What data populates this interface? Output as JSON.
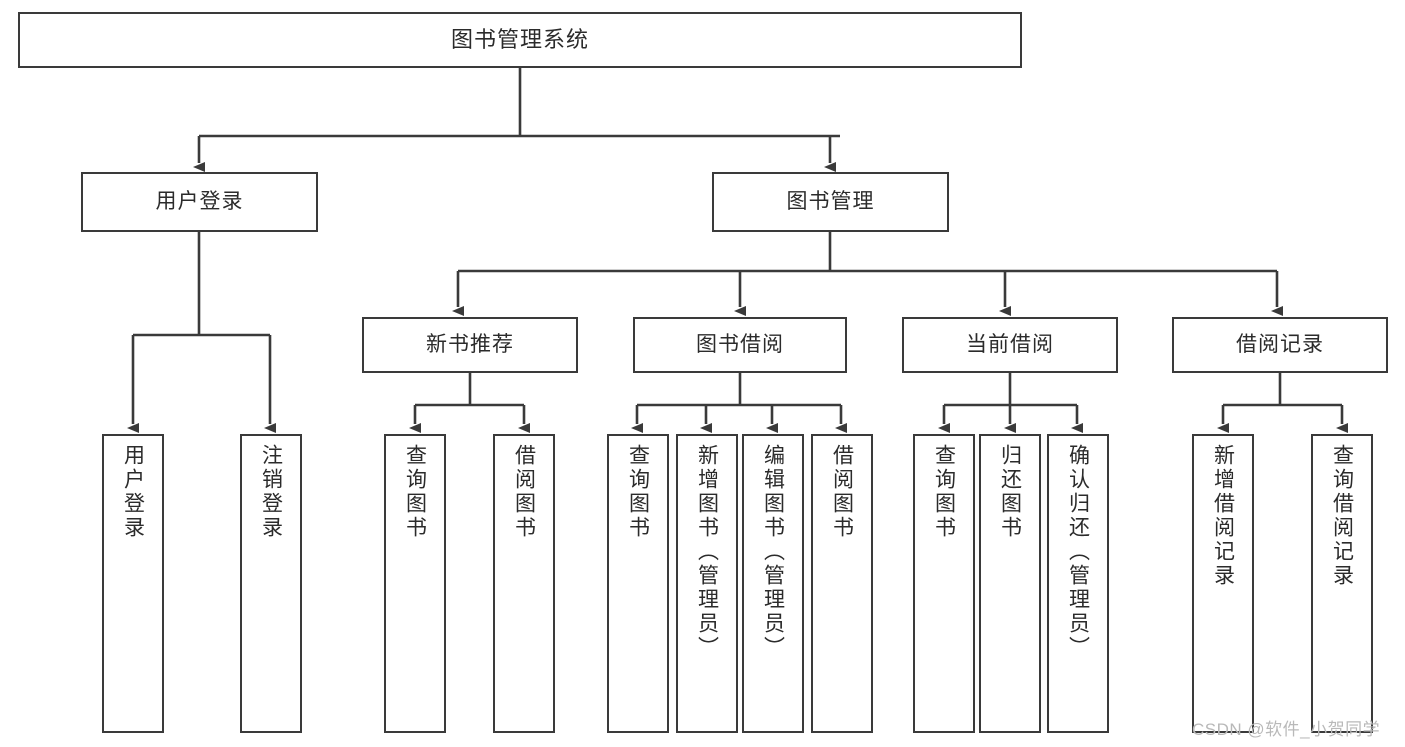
{
  "diagram": {
    "title": "图书管理系统",
    "watermark": "CSDN @软件_小贺同学",
    "colors": {
      "stroke": "#3a3a3a",
      "fill": "#ffffff",
      "text": "#2b2b2b",
      "watermark": "#b9b9b9"
    }
  },
  "nodes": {
    "root": {
      "label": "图书管理系统"
    },
    "level2": [
      {
        "label": "用户登录"
      },
      {
        "label": "图书管理"
      }
    ],
    "level3": [
      {
        "label": "新书推荐"
      },
      {
        "label": "图书借阅"
      },
      {
        "label": "当前借阅"
      },
      {
        "label": "借阅记录"
      }
    ],
    "leaves": {
      "user_login": [
        {
          "label": "用户登录"
        },
        {
          "label": "注销登录"
        }
      ],
      "new_book": [
        {
          "label": "查询图书"
        },
        {
          "label": "借阅图书"
        }
      ],
      "book_borrow": [
        {
          "label": "查询图书"
        },
        {
          "label": "新增图书（管理员）"
        },
        {
          "label": "编辑图书（管理员）"
        },
        {
          "label": "借阅图书"
        }
      ],
      "current_borrow": [
        {
          "label": "查询图书"
        },
        {
          "label": "归还图书"
        },
        {
          "label": "确认归还（管理员）"
        }
      ],
      "borrow_record": [
        {
          "label": "新增借阅记录"
        },
        {
          "label": "查询借阅记录"
        }
      ]
    }
  }
}
